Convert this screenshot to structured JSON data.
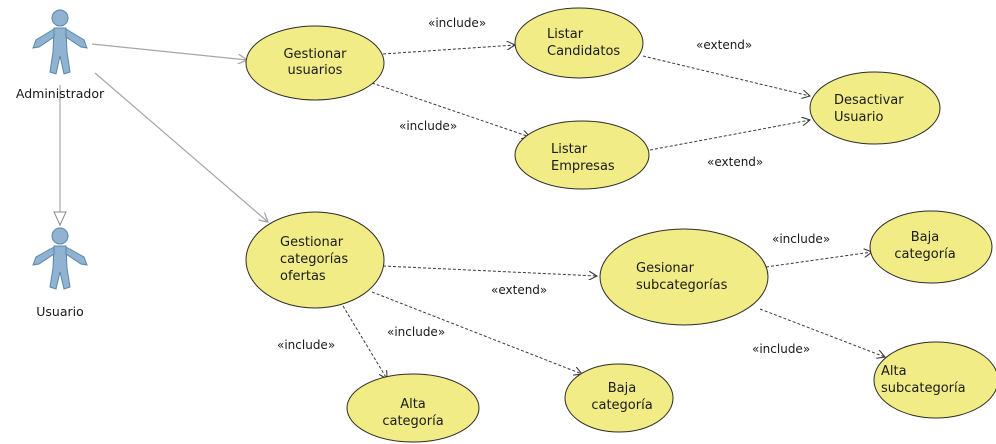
{
  "actors": {
    "administrador": "Administrador",
    "usuario": "Usuario"
  },
  "use_cases": {
    "gestionar_usuarios": [
      "Gestionar",
      "usuarios"
    ],
    "listar_candidatos": [
      "Listar",
      "Candidatos"
    ],
    "listar_empresas": [
      "Listar",
      "Empresas"
    ],
    "desactivar_usuario": [
      "Desactivar",
      "Usuario"
    ],
    "gestionar_categorias": [
      "Gestionar",
      "categorías",
      "ofertas"
    ],
    "gesionar_subcategorias": [
      "Gesionar",
      "subcategorías"
    ],
    "baja_categoria_right": [
      "Baja",
      "categoría"
    ],
    "alta_subcategoria": [
      "Alta",
      "subcategoría"
    ],
    "alta_categoria": [
      "Alta",
      "categoría"
    ],
    "baja_categoria_bottom": [
      "Baja",
      "categoría"
    ]
  },
  "stereotypes": {
    "include": "«include»",
    "extend": "«extend»"
  },
  "colors": {
    "use_case_fill": "#f2ec86",
    "actor_fill": "#8fb3d1",
    "association_line": "#a6a6a6"
  }
}
